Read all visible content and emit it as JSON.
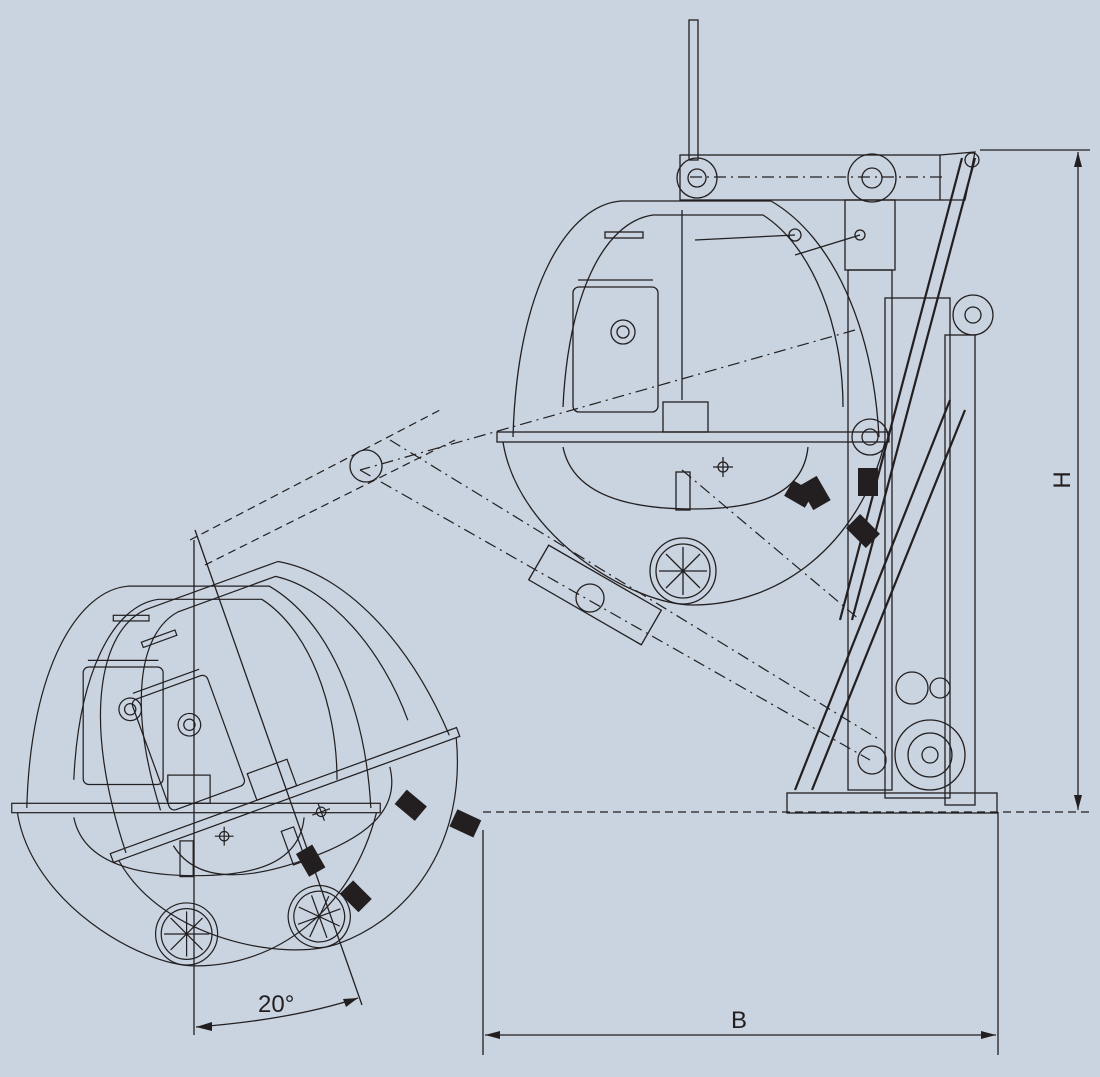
{
  "drawing": {
    "angle_label": "20°",
    "width_dimension_label": "B",
    "height_dimension_label": "H",
    "colors": {
      "background": "#c9d4e0",
      "line": "#231f20"
    }
  }
}
